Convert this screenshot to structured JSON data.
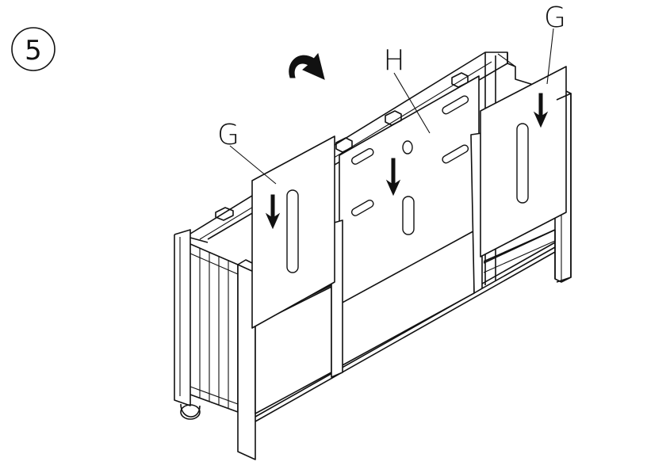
{
  "step": {
    "number": "5"
  },
  "labels": {
    "left_panel": "G",
    "center_panel": "H",
    "right_panel": "G"
  },
  "colors": {
    "line": "#111111",
    "background": "#ffffff"
  },
  "icons": {
    "rotate": "curved-rotate-arrow-icon",
    "insert": "down-arrow-icon"
  }
}
